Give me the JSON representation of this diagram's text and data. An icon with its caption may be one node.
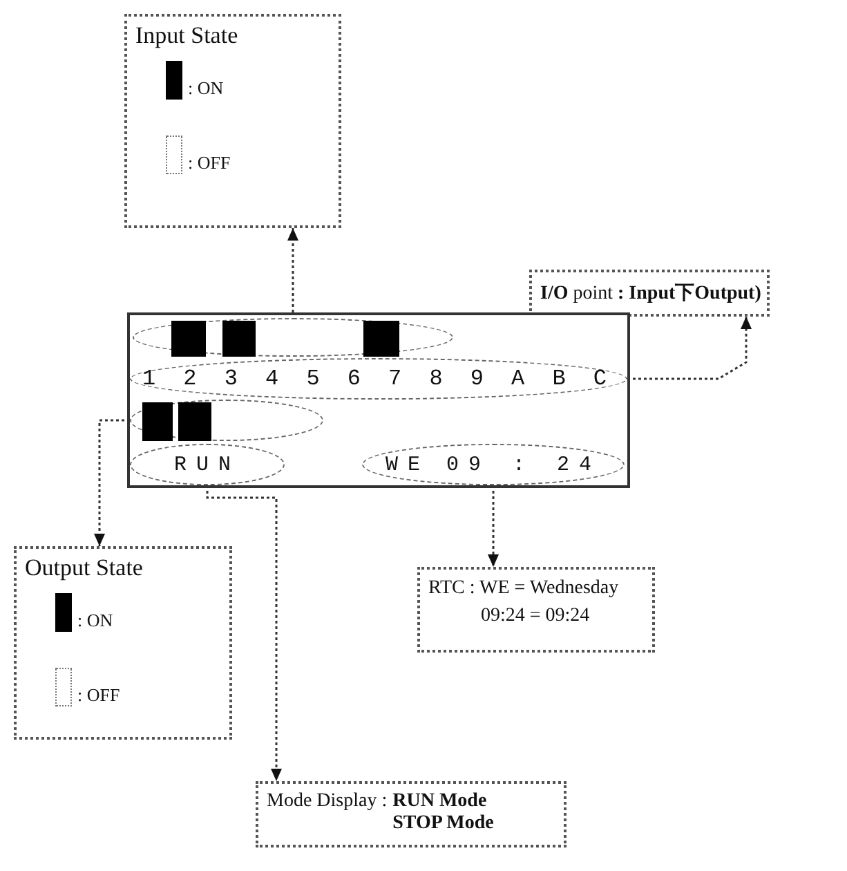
{
  "diagram": {
    "nodes": [
      {
        "text": [
          "Input State",
          ": ON",
          ": OFF"
        ]
      },
      {
        "text": [
          "**I/O** point **: Input下Output)**"
        ]
      },
      {
        "text": [],
        "shape": "box"
      },
      {
        "text": [],
        "shape": "ellipse",
        "in": 2
      },
      {
        "text": [
          "1",
          "2",
          "3",
          "4",
          "5",
          "6",
          "7",
          "8",
          "9",
          "A",
          "B",
          "C"
        ],
        "in": 2
      },
      {
        "text": [],
        "shape": "ellipse",
        "in": 2
      },
      {
        "text": [
          "RUN"
        ],
        "in": 2
      },
      {
        "text": [
          "WE",
          "09 : 24"
        ],
        "in": 2
      },
      {
        "text": [
          "Output State",
          ": ON",
          ": OFF"
        ]
      },
      {
        "text": [
          "RTC : WE = Wednesday",
          "09:24 = 09:24"
        ]
      },
      {
        "text": [
          "Mode Display :",
          "RUN Mode",
          "STOP Mode"
        ]
      }
    ],
    "edges": [
      {
        "from": 3,
        "to": 0,
        "arrow": "to",
        "style": "dashed"
      },
      {
        "from": 4,
        "to": 1,
        "arrow": "to",
        "style": "dashed"
      },
      {
        "from": 5,
        "to": 8,
        "arrow": "to",
        "style": "dashed"
      },
      {
        "from": 6,
        "to": 10,
        "arrow": "to",
        "style": "dashed"
      },
      {
        "from": 7,
        "to": 9,
        "arrow": "to",
        "style": "dashed"
      }
    ]
  }
}
